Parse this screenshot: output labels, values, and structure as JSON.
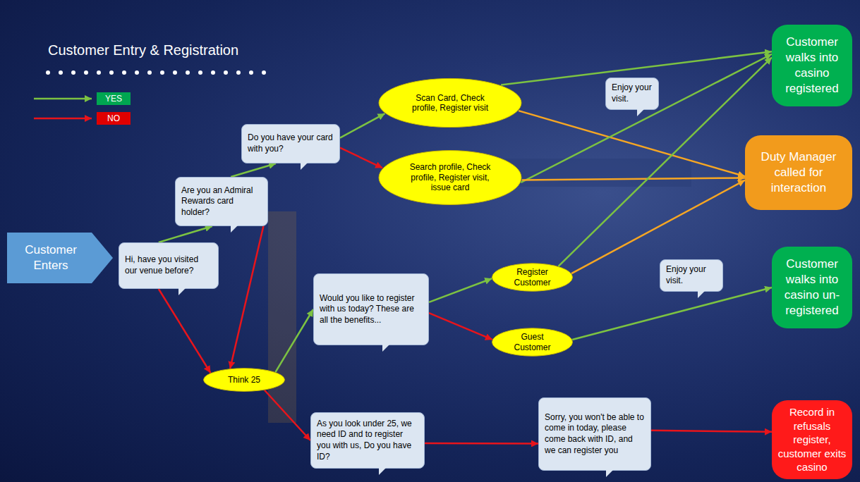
{
  "diagram": {
    "title": "Customer Entry & Registration",
    "nodes": [
      {
        "text": [
          "Customer Enters"
        ]
      },
      {
        "text": [
          "Hi, have you visited our venue before?"
        ]
      },
      {
        "text": [
          "Are you an Admiral Rewards card holder?"
        ]
      },
      {
        "text": [
          "Do you have your card with you?"
        ]
      },
      {
        "text": [
          "Scan Card, Check profile, Register visit"
        ]
      },
      {
        "text": [
          "Search profile, Check profile, Register visit, issue card"
        ]
      },
      {
        "text": [
          "Think 25"
        ]
      },
      {
        "text": [
          "Would you like to register with us today? These are all the benefits..."
        ]
      },
      {
        "text": [
          "Register Customer"
        ]
      },
      {
        "text": [
          "Guest Customer"
        ]
      },
      {
        "text": [
          "As you look under 25, we need ID and to register you with us, Do you have ID?"
        ]
      },
      {
        "text": [
          "Sorry, you won't be able to come in today, please come back with ID, and we can register you"
        ]
      },
      {
        "text": [
          "Enjoy your visit."
        ]
      },
      {
        "text": [
          "Enjoy your visit."
        ]
      },
      {
        "text": [
          "Customer walks into casino registered"
        ]
      },
      {
        "text": [
          "Duty Manager called for interaction"
        ]
      },
      {
        "text": [
          "Customer walks into casino un-registered"
        ]
      },
      {
        "text": [
          "Record in refusals register, customer exits casino"
        ]
      }
    ],
    "edges": [
      {
        "from": 1,
        "to": 2,
        "arrow": "to"
      },
      {
        "from": 2,
        "to": 3,
        "arrow": "to"
      },
      {
        "from": 3,
        "to": 4,
        "arrow": "to"
      },
      {
        "from": 3,
        "to": 5,
        "arrow": "to"
      },
      {
        "from": 1,
        "to": 6,
        "arrow": "to"
      },
      {
        "from": 2,
        "to": 6,
        "arrow": "to"
      },
      {
        "from": 6,
        "to": 7,
        "arrow": "to"
      },
      {
        "from": 6,
        "to": 10,
        "arrow": "to"
      },
      {
        "from": 4,
        "to": 14,
        "arrow": "to"
      },
      {
        "from": 4,
        "to": 15,
        "arrow": "to"
      },
      {
        "from": 5,
        "to": 14,
        "arrow": "to"
      },
      {
        "from": 5,
        "to": 15,
        "arrow": "to"
      },
      {
        "from": 8,
        "to": 14,
        "arrow": "to"
      },
      {
        "from": 8,
        "to": 15,
        "arrow": "to"
      },
      {
        "from": 7,
        "to": 8,
        "arrow": "to"
      },
      {
        "from": 7,
        "to": 9,
        "arrow": "to"
      },
      {
        "from": 9,
        "to": 16,
        "arrow": "to"
      },
      {
        "from": 10,
        "to": 11,
        "arrow": "to"
      },
      {
        "from": 11,
        "to": 17,
        "arrow": "to"
      }
    ],
    "legend": [
      {
        "text": "YES",
        "color": "#00a651"
      },
      {
        "text": "NO",
        "color": "#e00000"
      }
    ]
  }
}
